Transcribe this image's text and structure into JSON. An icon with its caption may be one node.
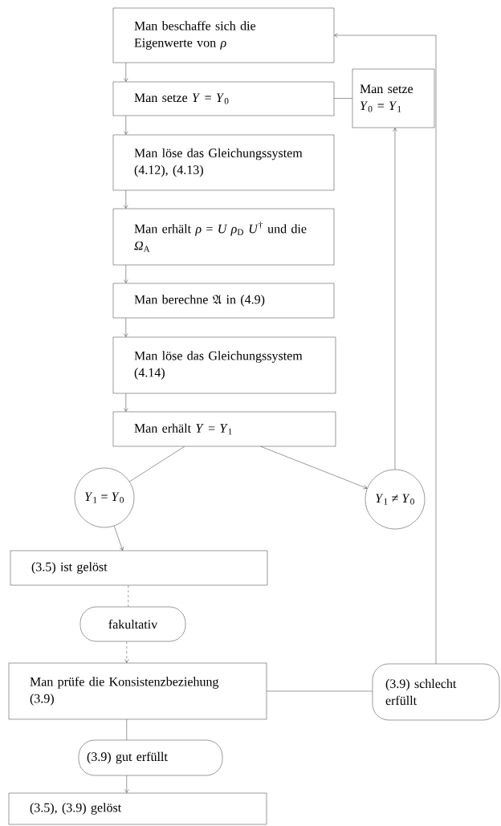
{
  "diagram": {
    "nodes": [
      {
        "text": [
          "Man beschaffe sich die Eigenwerte von *ρ*"
        ]
      },
      {
        "text": [
          "Man setze *Y* = *Y*$_{0}$"
        ]
      },
      {
        "text": [
          "Man setze *Y*$_{0}$ = *Y*$_{1}$"
        ]
      },
      {
        "text": [
          "Man löse das Gleichungssystem (4.12), (4.13)"
        ]
      },
      {
        "text": [
          "Man erhält *ρ* = *U ρ*$_{D}$ *U*$^{†}$ und die *Ω*$_{A}$"
        ]
      },
      {
        "text": [
          "\\text{Man berechne }\\mathfrak{A}\\text{ in (4.9)}"
        ]
      },
      {
        "text": [
          "Man löse das Gleichungssystem (4.14)"
        ]
      },
      {
        "text": [
          "Man erhält *Y* = *Y*$_{1}$"
        ]
      },
      {
        "text": [
          "*Y*$_{1}$ = *Y*$_{0}$"
        ]
      },
      {
        "text": [
          "*Y*$_{1}$ ≠ *Y*$_{0}$"
        ]
      },
      {
        "text": [
          "(3.5) ist gelöst"
        ]
      },
      {
        "text": [
          "fakultativ"
        ]
      },
      {
        "text": [
          "Man prüfe die Konsistenzbeziehung (3.9)"
        ]
      },
      {
        "text": [
          "(3.9) schlecht erfüllt"
        ]
      },
      {
        "text": [
          "(3.9) gut erfüllt"
        ]
      },
      {
        "text": [
          "(3.5), (3.9) gelöst"
        ]
      }
    ],
    "edges": [
      {
        "from": 0,
        "to": 1,
        "arrow": "to"
      },
      {
        "from": 1,
        "to": 3,
        "arrow": "to"
      },
      {
        "from": 3,
        "to": 4,
        "arrow": "to"
      },
      {
        "from": 4,
        "to": 5,
        "arrow": "to"
      },
      {
        "from": 5,
        "to": 6,
        "arrow": "to"
      },
      {
        "from": 6,
        "to": 7,
        "arrow": "to"
      },
      {
        "from": 7,
        "to": 8,
        "arrow": "none"
      },
      {
        "from": 7,
        "to": 9,
        "arrow": "to"
      },
      {
        "from": 9,
        "to": 2,
        "arrow": "to"
      },
      {
        "from": 2,
        "to": 1,
        "arrow": "none"
      },
      {
        "from": 8,
        "to": 10,
        "arrow": "to"
      },
      {
        "from": 10,
        "to": 11,
        "arrow": "none",
        "style": "dashed"
      },
      {
        "from": 11,
        "to": 12,
        "arrow": "to",
        "style": "dashed"
      },
      {
        "from": 12,
        "to": 13,
        "arrow": "none"
      },
      {
        "from": 13,
        "to": 0,
        "arrow": "to"
      },
      {
        "from": 12,
        "to": 14,
        "arrow": "none"
      },
      {
        "from": 14,
        "to": 15,
        "arrow": "to"
      }
    ]
  }
}
